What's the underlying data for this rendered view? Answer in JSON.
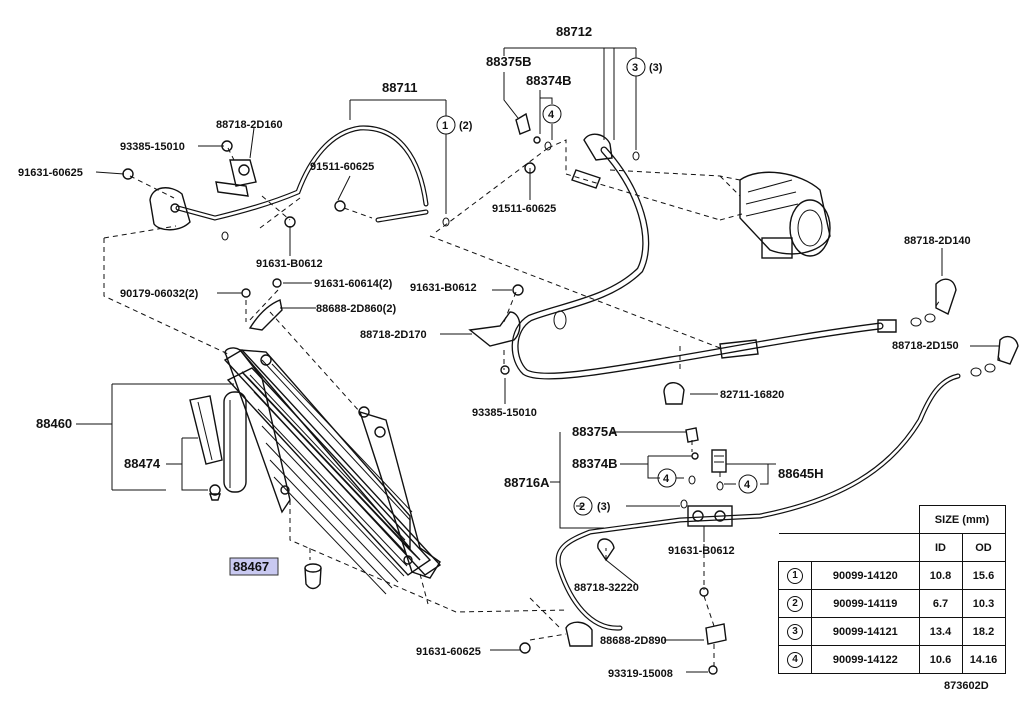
{
  "labels": {
    "l88712": "88712",
    "l88375b_top": "88375B",
    "l88374b_top": "88374B",
    "l3a": "(3)",
    "l88711": "88711",
    "l1a": "(2)",
    "l88718_2d160": "88718-2D160",
    "l93385_15010a": "93385-15010",
    "l91631_60625a": "91631-60625",
    "l91511_60625a": "91511-60625",
    "l91511_60625b": "91511-60625",
    "l91631_b0612a": "91631-B0612",
    "l88718_2d140": "88718-2D140",
    "l90179": "90179-06032(2)",
    "l91631_60614": "91631-60614(2)",
    "l91631_b0612b": "91631-B0612",
    "l88688_2d860": "88688-2D860(2)",
    "l88718_2d170": "88718-2D170",
    "l88718_2d150": "88718-2D150",
    "l82711": "82711-16820",
    "l93385_15010b": "93385-15010",
    "l88460": "88460",
    "l88474": "88474",
    "l88375a": "88375A",
    "l88374b": "88374B",
    "l88645h": "88645H",
    "l88716a": "88716A",
    "l2a": "(3)",
    "l91631_b0612c": "91631-B0612",
    "l88467": "88467",
    "l88718_32220": "88718-32220",
    "l91631_60625b": "91631-60625",
    "l88688_2d890": "88688-2D890",
    "l93319": "93319-15008"
  },
  "circle_nums": {
    "c1": "1",
    "c2": "2",
    "c3": "3",
    "c4a": "4",
    "c4b": "4",
    "c4c": "4"
  },
  "size_table": {
    "title": "SIZE (mm)",
    "col_id": "ID",
    "col_od": "OD",
    "rows": [
      {
        "num": "1",
        "part": "90099-14120",
        "id": "10.8",
        "od": "15.6"
      },
      {
        "num": "2",
        "part": "90099-14119",
        "id": "6.7",
        "od": "10.3"
      },
      {
        "num": "3",
        "part": "90099-14121",
        "id": "13.4",
        "od": "18.2"
      },
      {
        "num": "4",
        "part": "90099-14122",
        "id": "10.6",
        "od": "14.16"
      }
    ]
  },
  "ref_code": "873602D"
}
